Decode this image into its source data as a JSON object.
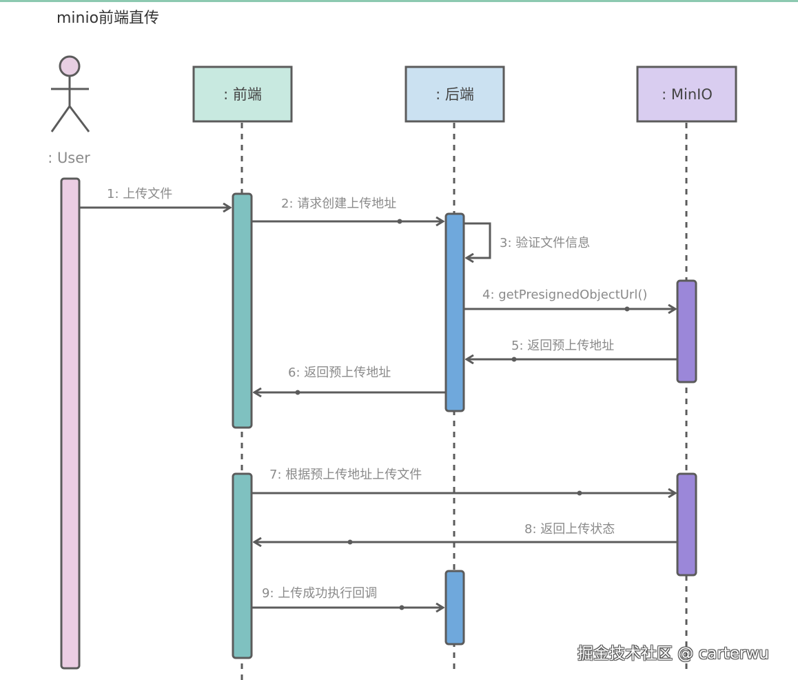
{
  "title": "minio前端直传",
  "watermark": "掘金技术社区 @ carterwu",
  "colors": {
    "line": "#5b5b5b",
    "user_head": "#e8cfe3",
    "frontend_box": "#c8e9e0",
    "backend_box": "#cbe1f1",
    "minio_box": "#d9cdf0",
    "user_activation": "#ebcde3",
    "frontend_activation": "#7fc1c0",
    "backend_activation": "#6fa8dc",
    "minio_activation": "#9b87d9"
  },
  "participants": [
    {
      "id": "user",
      "label": ": User",
      "type": "actor"
    },
    {
      "id": "frontend",
      "label": ": 前端",
      "type": "object"
    },
    {
      "id": "backend",
      "label": ": 后端",
      "type": "object"
    },
    {
      "id": "minio",
      "label": ": MinIO",
      "type": "object"
    }
  ],
  "messages": [
    {
      "label": "1: 上传文件",
      "from": "user",
      "to": "frontend"
    },
    {
      "label": "2: 请求创建上传地址",
      "from": "frontend",
      "to": "backend"
    },
    {
      "label": "3: 验证文件信息",
      "from": "backend",
      "to": "backend"
    },
    {
      "label": "4: getPresignedObjectUrl()",
      "from": "backend",
      "to": "minio"
    },
    {
      "label": "5: 返回预上传地址",
      "from": "minio",
      "to": "backend"
    },
    {
      "label": "6: 返回预上传地址",
      "from": "backend",
      "to": "frontend"
    },
    {
      "label": "7: 根据预上传地址上传文件",
      "from": "frontend",
      "to": "minio"
    },
    {
      "label": "8: 返回上传状态",
      "from": "minio",
      "to": "frontend"
    },
    {
      "label": "9: 上传成功执行回调",
      "from": "frontend",
      "to": "backend"
    }
  ]
}
